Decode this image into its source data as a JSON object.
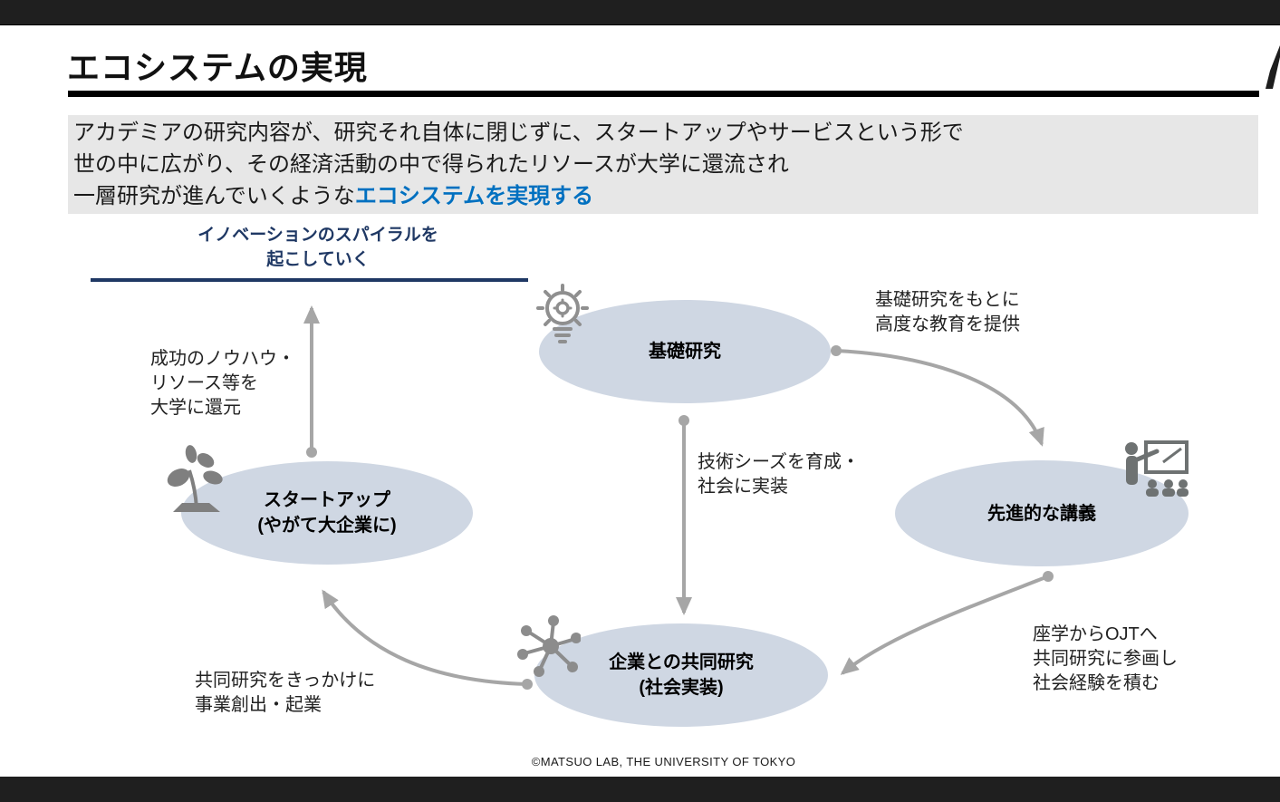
{
  "slide": {
    "title": "エコシステムの実現",
    "footer": "©MATSUO LAB, THE UNIVERSITY OF TOKYO"
  },
  "lead": {
    "line1": "アカデミアの研究内容が、研究それ自体に閉じずに、スタートアップやサービスという形で",
    "line2": "世の中に広がり、その経済活動の中で得られたリソースが大学に還流され",
    "line3_prefix": "一層研究が進んでいくような",
    "line3_highlight": "エコシステムを実現する"
  },
  "spiral": {
    "line1": "イノベーションのスパイラルを",
    "line2": "起こしていく"
  },
  "nodes": {
    "basic_research": {
      "label": "基礎研究",
      "icon": "lightbulb-gear-icon"
    },
    "advanced_lecture": {
      "label": "先進的な講義",
      "icon": "teacher-board-icon"
    },
    "startup": {
      "label1": "スタートアップ",
      "label2": "(やがて大企業に)",
      "icon": "seedling-icon"
    },
    "joint_research": {
      "label1": "企業との共同研究",
      "label2": "(社会実装)",
      "icon": "network-hub-icon"
    }
  },
  "edges": {
    "education": {
      "line1": "基礎研究をもとに",
      "line2": "高度な教育を提供"
    },
    "seeds": {
      "line1": "技術シーズを育成・",
      "line2": "社会に実装"
    },
    "return": {
      "line1": "成功のノウハウ・",
      "line2": "リソース等を",
      "line3": "大学に還元"
    },
    "ojt": {
      "line1": "座学からOJTへ",
      "line2": "共同研究に参画し",
      "line3": "社会経験を積む"
    },
    "spinout": {
      "line1": "共同研究をきっかけに",
      "line2": "事業創出・起業"
    }
  },
  "colors": {
    "accent_blue": "#0070c0",
    "navy": "#1f3864",
    "ellipse_fill": "#cfd7e3",
    "arrow_gray": "#a6a6a6",
    "icon_gray": "#7d8080",
    "bar_black": "#1f1f1f",
    "lead_box_gray": "#e7e7e7"
  }
}
